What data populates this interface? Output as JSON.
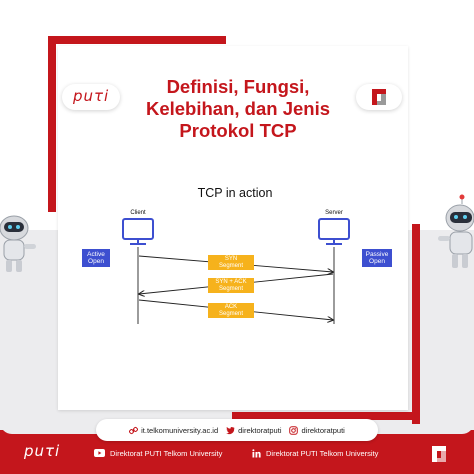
{
  "brand": {
    "left_logo": "PUTI",
    "left_logo_display": "puτi",
    "right_logo_icon": "telkom-university-icon"
  },
  "title_lines": [
    "Definisi, Fungsi,",
    "Kelebihan, dan Jenis",
    "Protokol TCP"
  ],
  "diagram": {
    "heading": "TCP in action",
    "client_label": "Client",
    "server_label": "Server",
    "active_open": [
      "Active",
      "Open"
    ],
    "passive_open": [
      "Passive",
      "Open"
    ],
    "messages": [
      {
        "lines": [
          "SYN",
          "Segment"
        ],
        "direction": "right"
      },
      {
        "lines": [
          "SYN + ACK",
          "Segment"
        ],
        "direction": "left"
      },
      {
        "lines": [
          "ACK",
          "Segment"
        ],
        "direction": "right"
      }
    ]
  },
  "footer": {
    "website": "it.telkomuniversity.ac.id",
    "twitter": "direktoratputi",
    "instagram": "direktoratputi",
    "youtube": "Direktorat PUTI Telkom University",
    "linkedin": "Direktorat PUTI Telkom University"
  },
  "colors": {
    "brand_red": "#c4161c",
    "blue": "#3d4fd0",
    "orange": "#f6b21c"
  }
}
